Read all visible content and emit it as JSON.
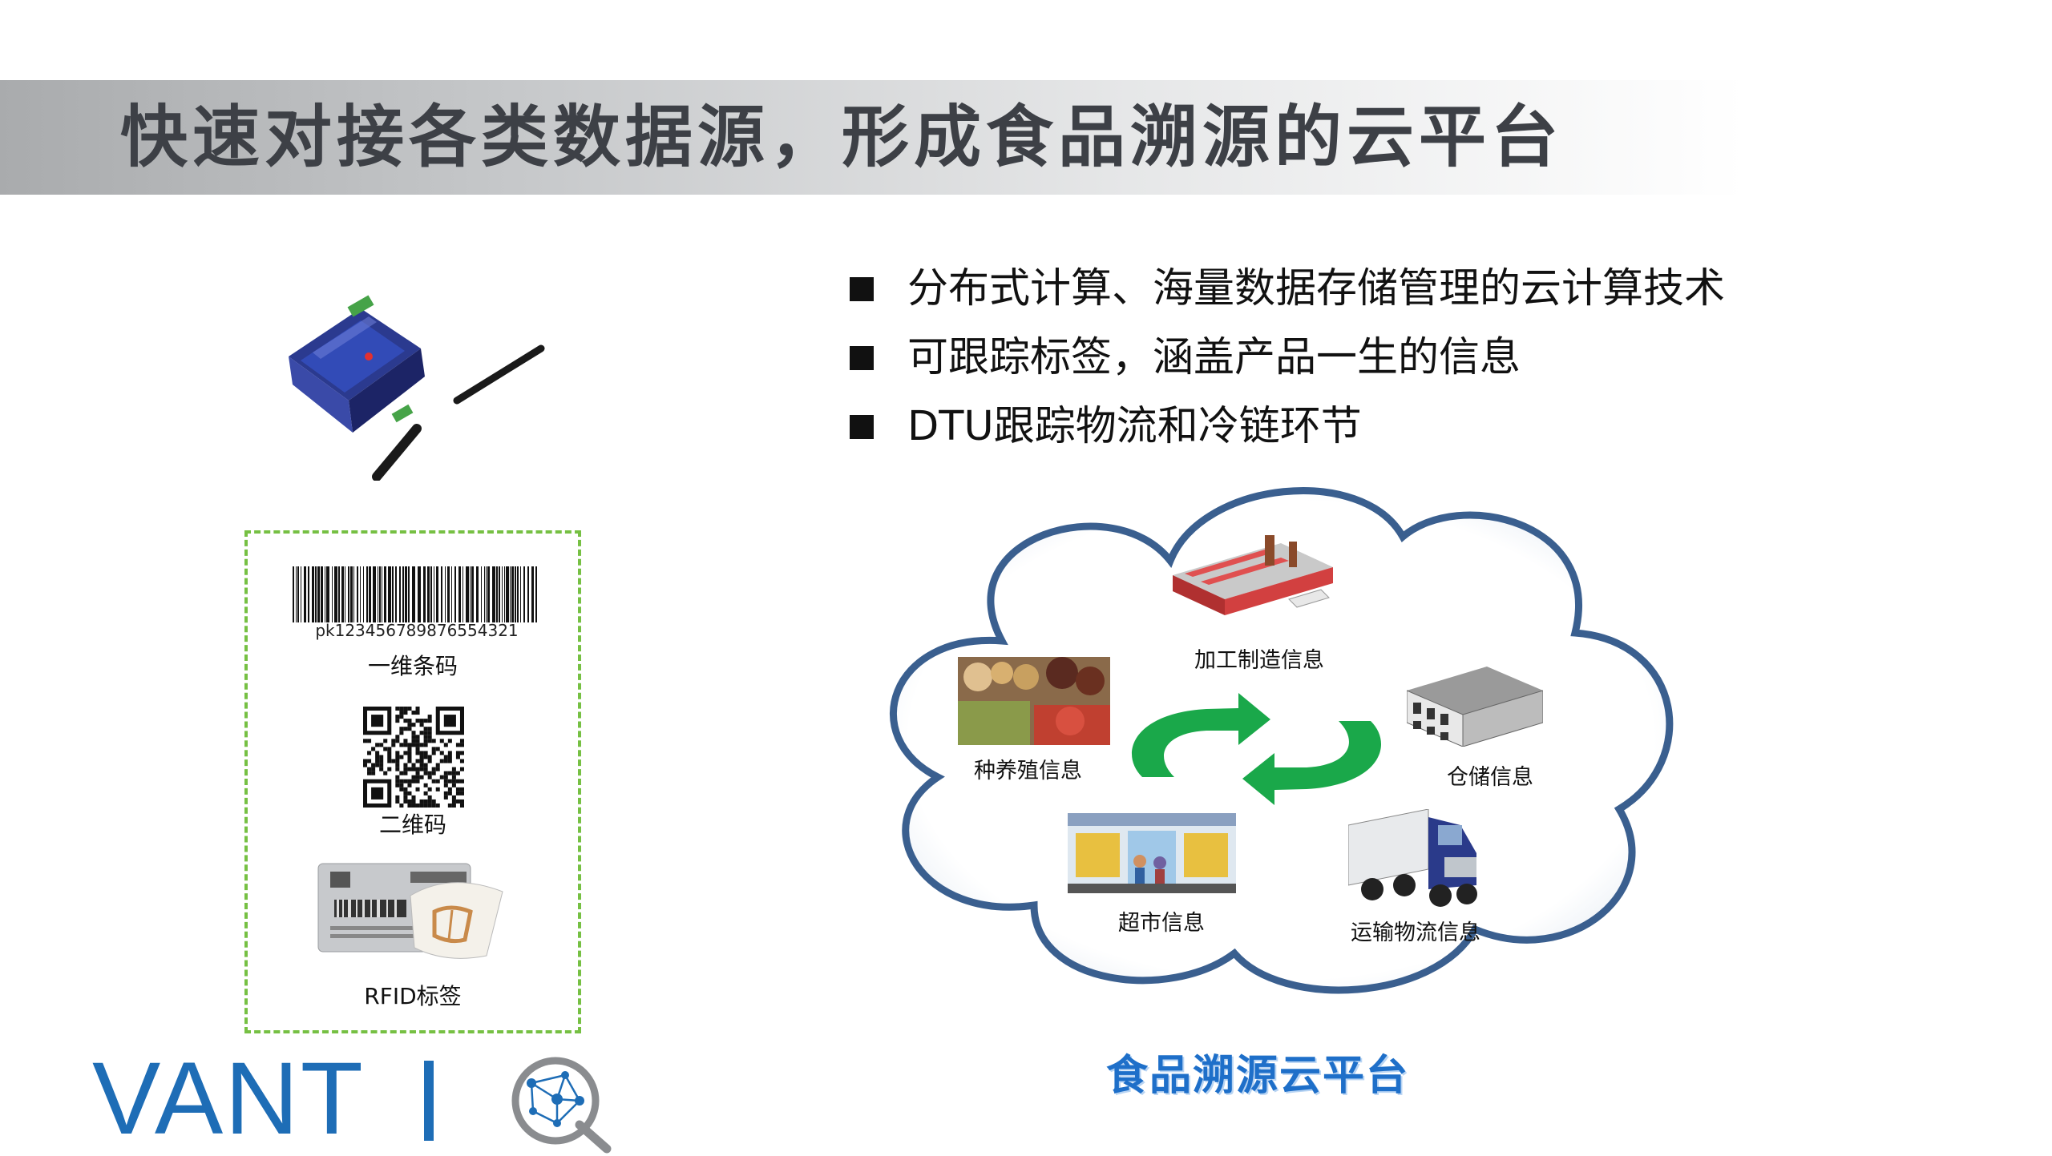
{
  "slide": {
    "title": "快速对接各类数据源，形成食品溯源的云平台",
    "bullets": [
      "分布式计算、海量数据存储管理的云计算技术",
      "可跟踪标签，涵盖产品一生的信息",
      "DTU跟踪物流和冷链环节"
    ]
  },
  "tags": {
    "barcode_number": "pk123456789876554321",
    "barcode_label": "一维条码",
    "qr_label": "二维码",
    "rfid_label": "RFID标签"
  },
  "cloud": {
    "title": "食品溯源云平台",
    "labels": {
      "processing": "加工制造信息",
      "farming": "种养殖信息",
      "storage": "仓储信息",
      "supermarket": "超市信息",
      "logistics": "运输物流信息"
    }
  },
  "logo": {
    "text": "VANT"
  },
  "colors": {
    "accent_blue": "#1e6db6",
    "arrow_green": "#1aa84a",
    "dashed_green": "#76c043",
    "title_text": "#3d4046"
  }
}
